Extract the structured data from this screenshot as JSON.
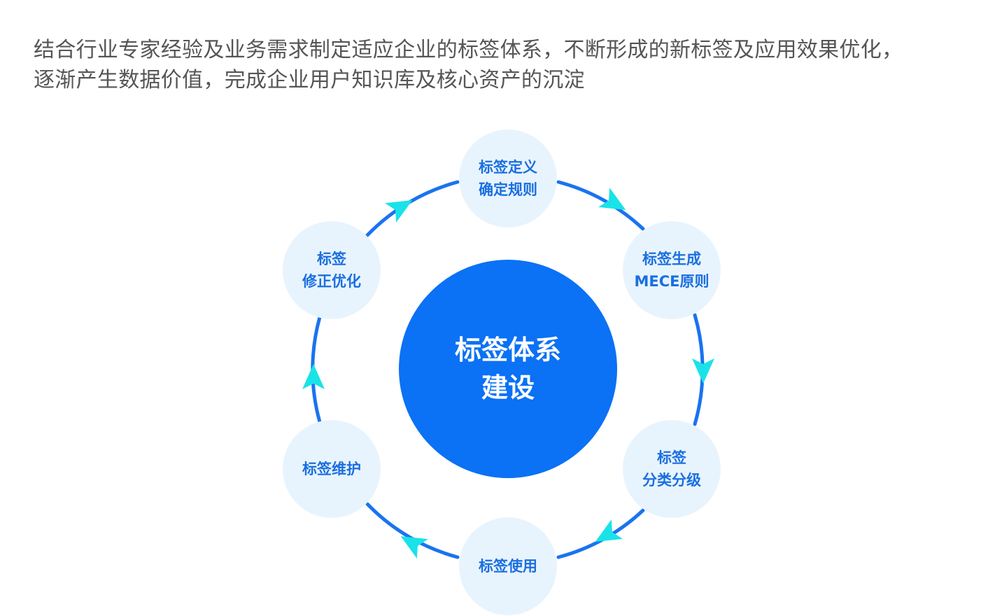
{
  "intro": {
    "line1": "结合行业专家经验及业务需求制定适应企业的标签体系，不断形成的新标签及应用效果优化，",
    "line2": "逐渐产生数据价值，完成企业用户知识库及核心资产的沉淀"
  },
  "center": {
    "line1": "标签体系",
    "line2": "建设"
  },
  "nodes": [
    {
      "line1": "标签定义",
      "line2": "确定规则"
    },
    {
      "line1": "标签生成",
      "line2": "MECE原则"
    },
    {
      "line1": "标签",
      "line2": "分类分级"
    },
    {
      "line1": "标签使用",
      "line2": ""
    },
    {
      "line1": "标签维护",
      "line2": ""
    },
    {
      "line1": "标签",
      "line2": "修正优化"
    }
  ],
  "colors": {
    "ring": "#1a73f0",
    "arrow": "#19e3e8",
    "node_fill": "#e8f4fd",
    "node_text": "#1a6fe0",
    "center_fill": "#0b71f5"
  }
}
